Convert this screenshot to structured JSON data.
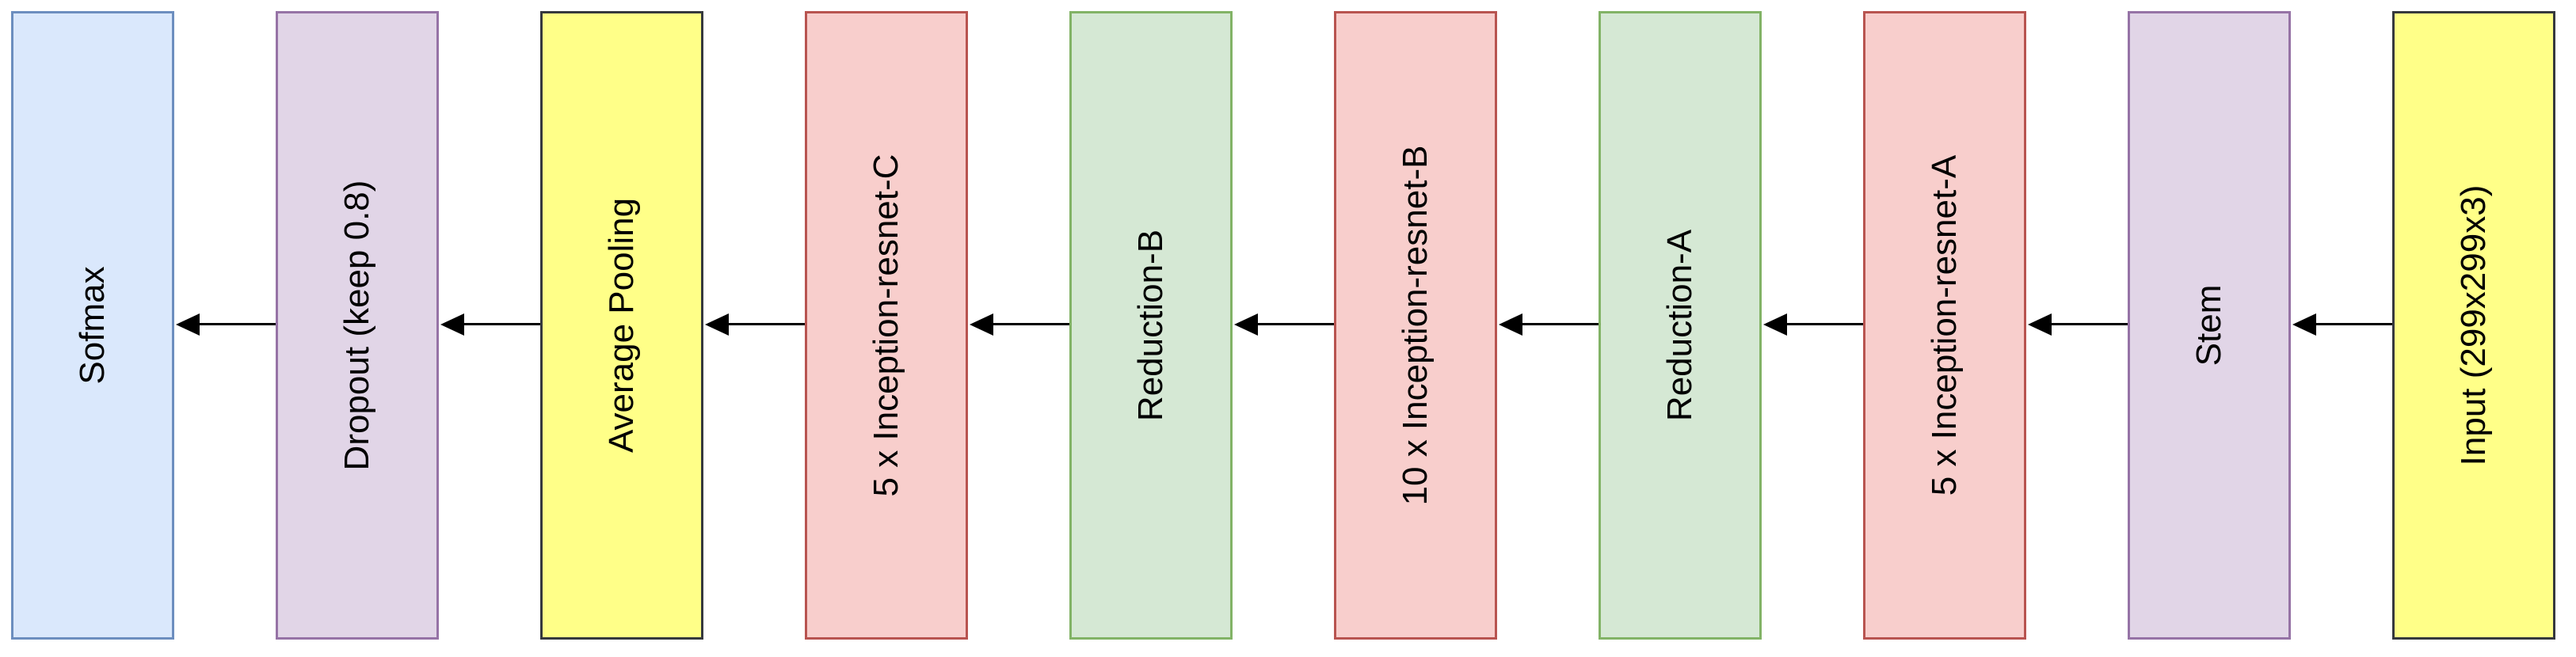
{
  "diagram": {
    "blocks": [
      {
        "label": "Sofmax",
        "fill": "#dae8fc",
        "border": "#6c8ebf"
      },
      {
        "label": "Dropout (keep 0.8)",
        "fill": "#e1d5e7",
        "border": "#9673a6"
      },
      {
        "label": "Average Pooling",
        "fill": "#ffff88",
        "border": "#36393d"
      },
      {
        "label": "5 x Inception-resnet-C",
        "fill": "#f8cecc",
        "border": "#b85450"
      },
      {
        "label": "Reduction-B",
        "fill": "#d5e8d4",
        "border": "#82b366"
      },
      {
        "label": "10 x Inception-resnet-B",
        "fill": "#f8cecc",
        "border": "#b85450"
      },
      {
        "label": "Reduction-A",
        "fill": "#d5e8d4",
        "border": "#82b366"
      },
      {
        "label": "5 x Inception-resnet-A",
        "fill": "#f8cecc",
        "border": "#b85450"
      },
      {
        "label": "Stem",
        "fill": "#e1d5e7",
        "border": "#9673a6"
      },
      {
        "label": "Input (299x299x3)",
        "fill": "#ffff88",
        "border": "#36393d"
      }
    ],
    "arrow_color": "#000000"
  }
}
